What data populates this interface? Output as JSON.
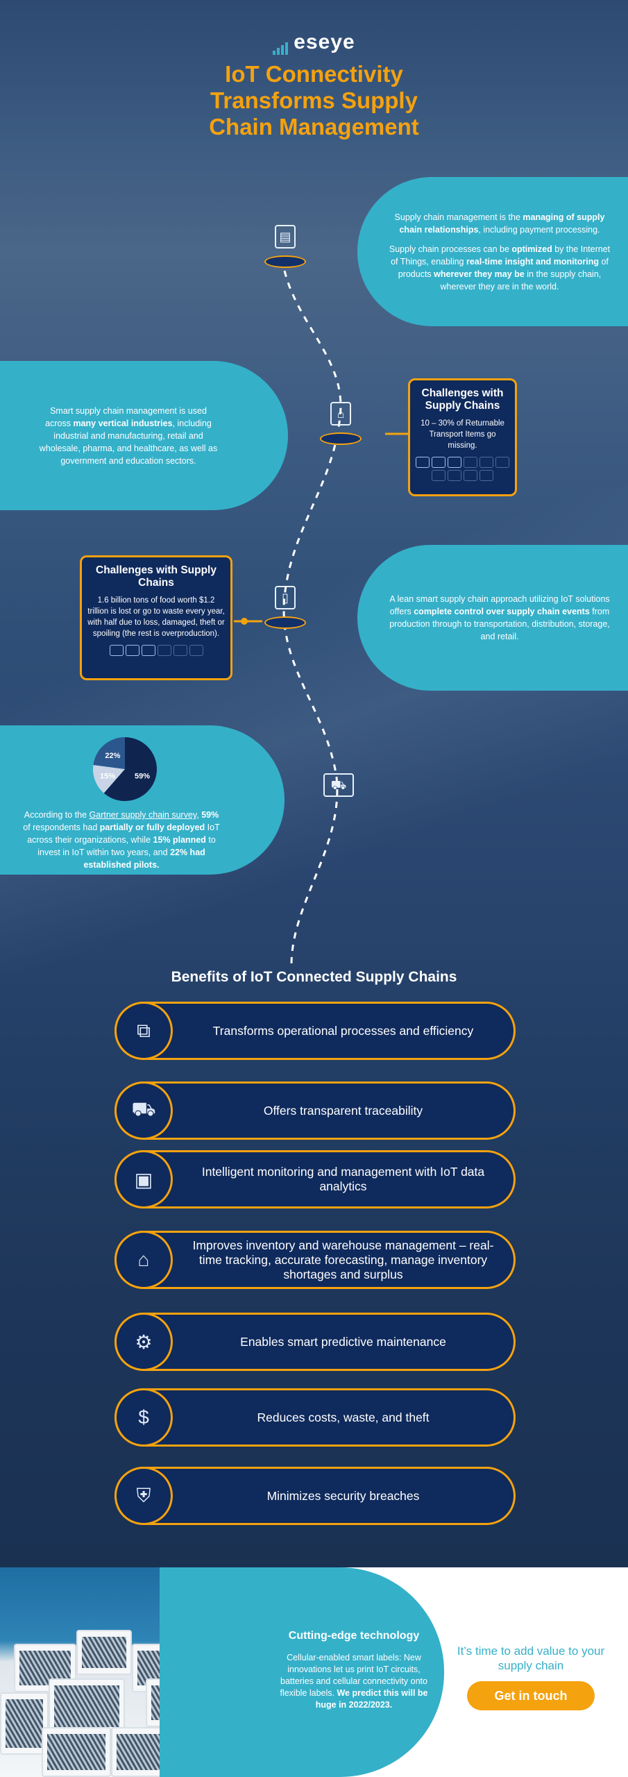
{
  "logo": {
    "text": "eseye"
  },
  "title": {
    "lines": [
      "IoT Connectivity",
      "Transforms Supply",
      "Chain Management"
    ]
  },
  "bubble1": {
    "paragraphs": [
      [
        {
          "t": "Supply chain management is the "
        },
        {
          "t": "managing of supply chain relationships",
          "b": true
        },
        {
          "t": ", including payment processing."
        }
      ],
      [
        {
          "t": "Supply chain processes can be "
        },
        {
          "t": "optimized",
          "b": true
        },
        {
          "t": " by the Internet of Things, enabling "
        },
        {
          "t": "real-time insight and monitoring",
          "b": true
        },
        {
          "t": " of products "
        },
        {
          "t": "wherever they may be",
          "b": true
        },
        {
          "t": " in the supply chain, wherever they are in the world."
        }
      ]
    ]
  },
  "bubble2": {
    "paragraphs": [
      [
        {
          "t": "Smart supply chain management is used across "
        },
        {
          "t": "many vertical industries",
          "b": true
        },
        {
          "t": ", including industrial and manufacturing, retail and wholesale, pharma, and healthcare, as well as government and education sectors."
        }
      ]
    ]
  },
  "challenge1": {
    "title": "Challenges with Supply Chains",
    "text": "10 – 30% of Returnable Transport Items go missing.",
    "icons_total": 10,
    "icons_highlighted": 3
  },
  "challenge2": {
    "title": "Challenges with Supply Chains",
    "text": "1.6 billion tons of food worth $1.2 trillion is lost or go to waste every year, with half due to loss, damaged, theft or spoiling (the rest is overproduction).",
    "icons_total": 6,
    "icons_highlighted": 3
  },
  "bubble3": {
    "paragraphs": [
      [
        {
          "t": "A lean smart supply chain approach utilizing IoT solutions offers "
        },
        {
          "t": "complete control over supply chain events",
          "b": true
        },
        {
          "t": " from production through to transportation, distribution, storage, and retail."
        }
      ]
    ]
  },
  "bubble4": {
    "paragraphs": [
      [
        {
          "t": "According to the "
        },
        {
          "t": "Gartner supply chain survey,",
          "u": true
        },
        {
          "t": " "
        },
        {
          "t": "59%",
          "b": true
        },
        {
          "t": " of respondents had "
        },
        {
          "t": "partially or fully deployed",
          "b": true
        },
        {
          "t": " IoT across their organizations, while "
        },
        {
          "t": "15% planned",
          "b": true
        },
        {
          "t": " to invest in IoT within two years, and "
        },
        {
          "t": "22% had established pilots.",
          "b": true
        }
      ]
    ]
  },
  "chart_data": {
    "type": "pie",
    "categories": [
      "Partially or fully deployed",
      "Planned to invest",
      "Established pilots"
    ],
    "values": [
      59,
      15,
      22
    ],
    "labels": [
      "59%",
      "15%",
      "22%"
    ],
    "colors": [
      "#0f2550",
      "#c9d5e6",
      "#2c568e"
    ]
  },
  "benefits": {
    "heading": "Benefits of IoT Connected Supply Chains",
    "items": [
      {
        "text": "Transforms operational processes and efficiency",
        "icon": "box-speed-icon",
        "glyph": "⧉"
      },
      {
        "text": "Offers transparent traceability",
        "icon": "forklift-icon",
        "glyph": "⛟"
      },
      {
        "text": "Intelligent monitoring and management with IoT data analytics",
        "icon": "package-check-icon",
        "glyph": "▣"
      },
      {
        "text": "Improves inventory and warehouse management – real-time tracking, accurate forecasting, manage inventory shortages and surplus",
        "icon": "warehouse-icon",
        "glyph": "⌂"
      },
      {
        "text": "Enables smart predictive maintenance",
        "icon": "maintenance-icon",
        "glyph": "⚙"
      },
      {
        "text": "Reduces costs, waste, and theft",
        "icon": "piggy-bank-icon",
        "glyph": "$"
      },
      {
        "text": "Minimizes security breaches",
        "icon": "shield-icon",
        "glyph": "⛨"
      }
    ]
  },
  "cutting": {
    "title": "Cutting-edge technology",
    "paragraphs": [
      [
        {
          "t": "Cellular-enabled smart labels: New innovations let us print IoT circuits, batteries and cellular connectivity onto flexible labels. "
        },
        {
          "t": "We predict this will be huge in 2022/2023.",
          "b": true
        }
      ]
    ]
  },
  "cta": {
    "text": "It’s time to add value to your supply chain",
    "button": "Get in touch"
  },
  "colors": {
    "accent": "#f5a20f",
    "teal": "#35b0c9",
    "navy": "#0f2a5c"
  }
}
